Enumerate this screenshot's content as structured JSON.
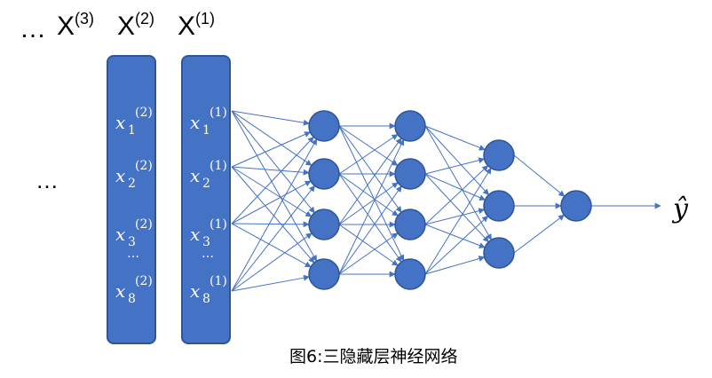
{
  "top_labels": [
    {
      "text": "…"
    },
    {
      "base": "X",
      "sup": "(3)"
    },
    {
      "base": "X",
      "sup": "(2)"
    },
    {
      "base": "X",
      "sup": "(1)"
    }
  ],
  "side_ellipsis": "…",
  "columns": [
    {
      "items": [
        {
          "base": "x",
          "sub": "1",
          "sup": "(2)"
        },
        {
          "base": "x",
          "sub": "2",
          "sup": "(2)"
        },
        {
          "base": "x",
          "sub": "3",
          "sup": "(2)"
        },
        {
          "base": "x",
          "sub": "8",
          "sup": "(2)"
        }
      ],
      "dots": "…"
    },
    {
      "items": [
        {
          "base": "x",
          "sub": "1",
          "sup": "(1)"
        },
        {
          "base": "x",
          "sub": "2",
          "sup": "(1)"
        },
        {
          "base": "x",
          "sub": "3",
          "sup": "(1)"
        },
        {
          "base": "x",
          "sub": "8",
          "sup": "(1)"
        }
      ],
      "dots": "…"
    }
  ],
  "network": {
    "layer_sizes": [
      4,
      4,
      3,
      1
    ],
    "node_color": "#4472c4",
    "node_stroke": "#2f5597",
    "edge_color": "#4472c4"
  },
  "output_label": "ŷ",
  "caption": "图6:三隐藏层神经网络"
}
